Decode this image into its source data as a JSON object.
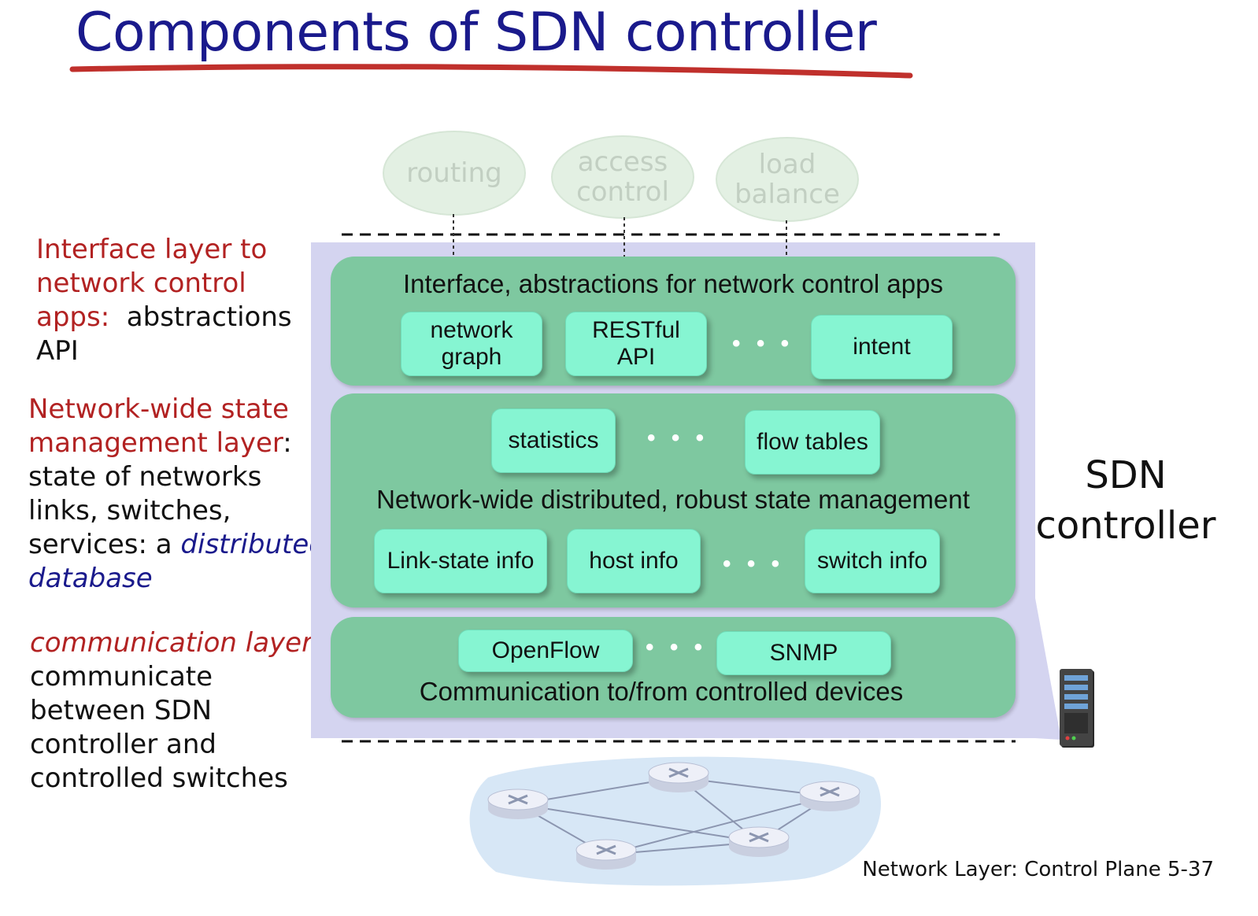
{
  "title": "Components of SDN controller",
  "apps": [
    {
      "label": "routing"
    },
    {
      "label": "access control"
    },
    {
      "label": "load balance"
    }
  ],
  "left_notes": {
    "interface": {
      "red_line1": "Interface layer to",
      "red_line2": "network control",
      "red_line3": "apps:",
      "black_line3": "abstractions",
      "black_line4": "API"
    },
    "state": {
      "red_line1": "Network-wide state",
      "red_line2": "management layer",
      "colon": ":",
      "line3": "state of networks",
      "line4": "links, switches,",
      "line5_black": "services: a",
      "line5_blue": "distributed",
      "line6_blue": "database"
    },
    "comm": {
      "red_italic": "communication layer",
      "colon": ":",
      "line2": "communicate",
      "line3": "between SDN",
      "line4": "controller and",
      "line5": "controlled switches"
    }
  },
  "interface_layer": {
    "label": "Interface, abstractions for network control apps",
    "components": [
      "network graph",
      "RESTful API",
      "intent"
    ],
    "ellipsis": "• • •"
  },
  "state_layer": {
    "label": "Network-wide distributed, robust  state management",
    "top_components": [
      "statistics",
      "flow tables"
    ],
    "bottom_components": [
      "Link-state info",
      "host info",
      "switch info"
    ],
    "ellipsis": "• • •"
  },
  "comm_layer": {
    "label": "Communication to/from controlled devices",
    "components": [
      "OpenFlow",
      "SNMP"
    ],
    "ellipsis": "• • •"
  },
  "controller_label_line1": "SDN",
  "controller_label_line2": "controller",
  "footer": "Network Layer: Control Plane  5-37",
  "colors": {
    "title": "#1a1a8c",
    "title_underline": "#c0302c",
    "emphasis_red": "#b22222",
    "emphasis_blue": "#1a1a8c",
    "controller_bg": "#d4d4f0",
    "layer_green": "#7ec8a0",
    "component_mint": "#86f5d2"
  }
}
